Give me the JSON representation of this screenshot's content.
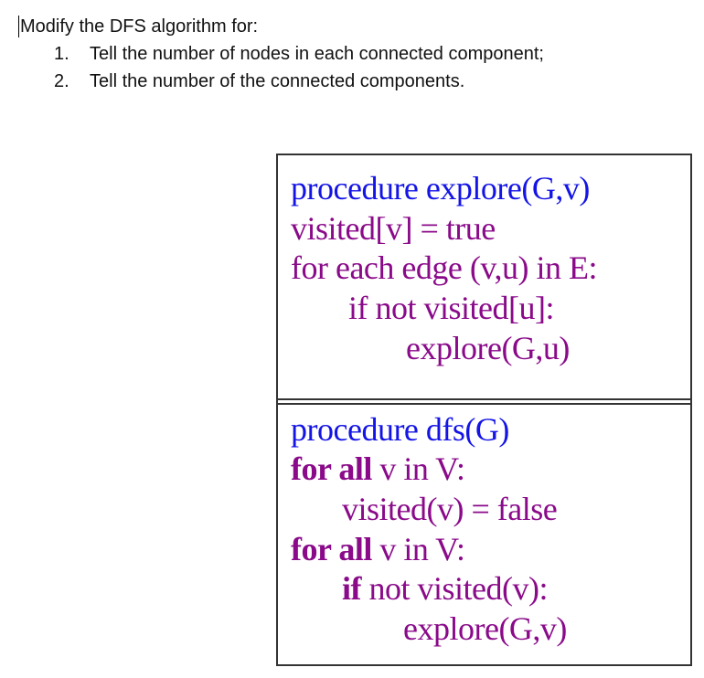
{
  "prompt": {
    "title": "Modify the DFS algorithm for:",
    "items": [
      {
        "number": "1.",
        "text": "Tell the number of nodes in each connected component;"
      },
      {
        "number": "2.",
        "text": "Tell the number of the connected components."
      }
    ]
  },
  "code_box": {
    "explore": {
      "header": "procedure explore(G,v)",
      "lines": [
        "visited[v] = true",
        "for each edge (v,u) in E:",
        "if not visited[u]:",
        "explore(G,u)"
      ]
    },
    "dfs": {
      "header": "procedure dfs(G)",
      "line1_kw": "for all",
      "line1_rest": " v in V:",
      "line2": "visited(v) = false",
      "line3_kw": "for all",
      "line3_rest": " v in V:",
      "line4_kw": "if",
      "line4_rest": " not visited(v):",
      "line5": "explore(G,v)"
    }
  },
  "colors": {
    "header": "#1414e6",
    "body": "#8a0a8a",
    "border": "#333333"
  }
}
